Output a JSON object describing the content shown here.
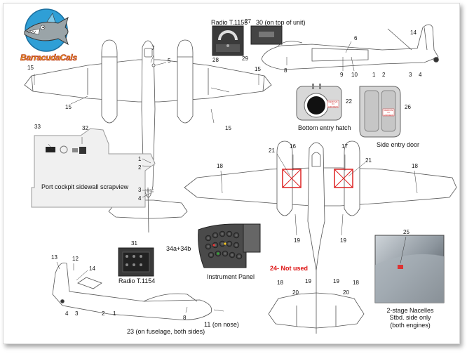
{
  "brand": {
    "logo_text_a": "Barracuda",
    "logo_text_b": "Cals",
    "color_a": "#e8a317",
    "color_b": "#e8a317",
    "outline": "#b5271f"
  },
  "colors": {
    "red_text": "#d11111",
    "panel_dark": "#444444",
    "outline": "#555555"
  },
  "titles": {
    "radio_1155": "Radio T.1155",
    "radio_1155_note": "30 (on top of unit)",
    "radio_1154": "Radio T.1154",
    "instrument_panel": "Instrument Panel",
    "instrument_code": "34a+34b",
    "bottom_hatch": "Bottom entry hatch",
    "side_door": "Side entry door",
    "cockpit_scrap": "Port cockpit sidewall scrapview",
    "not_used": "24- Not used",
    "fuselage_note": "23 (on fuselage, both sides)",
    "nose_note": "11 (on nose)",
    "nacelle_note_1": "2-stage Nacelles",
    "nacelle_note_2": "Stbd. side only",
    "nacelle_note_3": "(both engines)",
    "stencil": "REMOVE IN AIRCREW"
  },
  "labels": {
    "n1a": "1",
    "n2a": "2",
    "n3a": "3",
    "n4a": "4",
    "n5": "5",
    "n7": "7",
    "n15a": "15",
    "n15b": "15",
    "n15c": "15",
    "n15d": "15",
    "n27": "27",
    "n28": "28",
    "n29": "29",
    "n6": "6",
    "n8a": "8",
    "n9": "9",
    "n10": "10",
    "n1b": "1",
    "n2b": "2",
    "n3b": "3",
    "n4b": "4",
    "n14a": "14",
    "n22": "22",
    "n26": "26",
    "n33": "33",
    "n32": "32",
    "n16": "16",
    "n17": "17",
    "n21a": "21",
    "n21b": "21",
    "n18a": "18",
    "n18b": "18",
    "n19a": "19",
    "n19b": "19",
    "n25": "25",
    "n31": "31",
    "n13": "13",
    "n12": "12",
    "n14b": "14",
    "n4c": "4",
    "n3c": "3",
    "n2c": "2",
    "n1c": "1",
    "n8b": "8",
    "n18c": "18",
    "n18d": "18",
    "n19c": "19",
    "n19d": "19",
    "n20a": "20",
    "n20b": "20"
  }
}
